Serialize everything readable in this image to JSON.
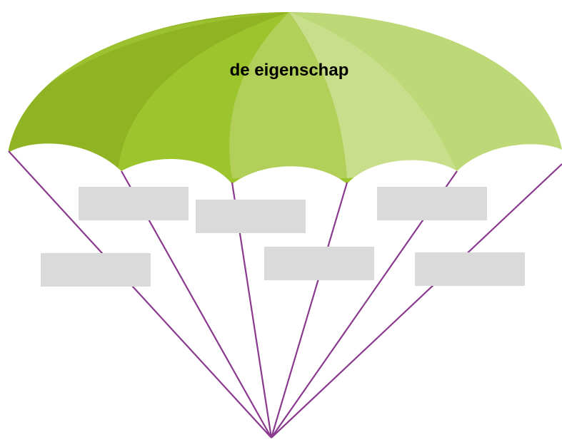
{
  "diagram": {
    "title": "de eigenschap",
    "blank_boxes": [
      {
        "id": "b1",
        "text": ""
      },
      {
        "id": "b2",
        "text": ""
      },
      {
        "id": "b3",
        "text": ""
      },
      {
        "id": "b4",
        "text": ""
      },
      {
        "id": "b5",
        "text": ""
      },
      {
        "id": "b6",
        "text": ""
      }
    ],
    "colors": {
      "canopy_dark": "#8fb322",
      "canopy_mid": "#9cc42c",
      "canopy_light": "#b2cf5a",
      "canopy_pale": "#c8de8a",
      "canopy_pale2": "#bdd977",
      "rope": "#8a3a8e",
      "box": "#dadada"
    }
  }
}
